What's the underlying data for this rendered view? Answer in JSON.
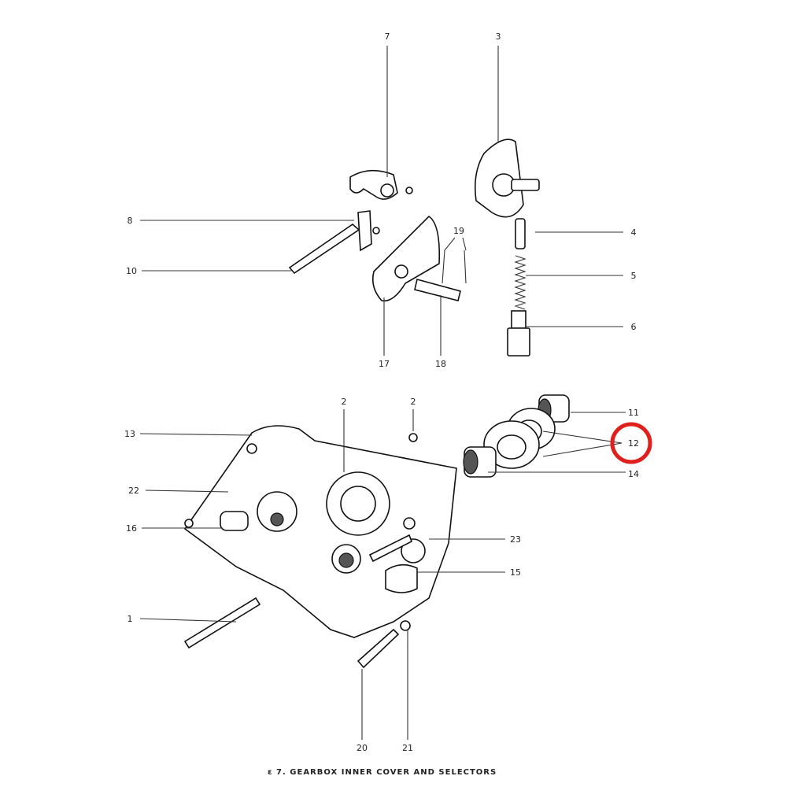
{
  "diagram": {
    "caption": "ε 7.  GEARBOX INNER COVER AND SELECTORS",
    "callouts": [
      "7",
      "3",
      "8",
      "10",
      "4",
      "5",
      "6",
      "19",
      "17",
      "18",
      "2",
      "2",
      "11",
      "12",
      "14",
      "13",
      "22",
      "16",
      "23",
      "15",
      "1",
      "20",
      "21"
    ],
    "highlight": {
      "callout": "12",
      "color": "#e0201c"
    }
  }
}
